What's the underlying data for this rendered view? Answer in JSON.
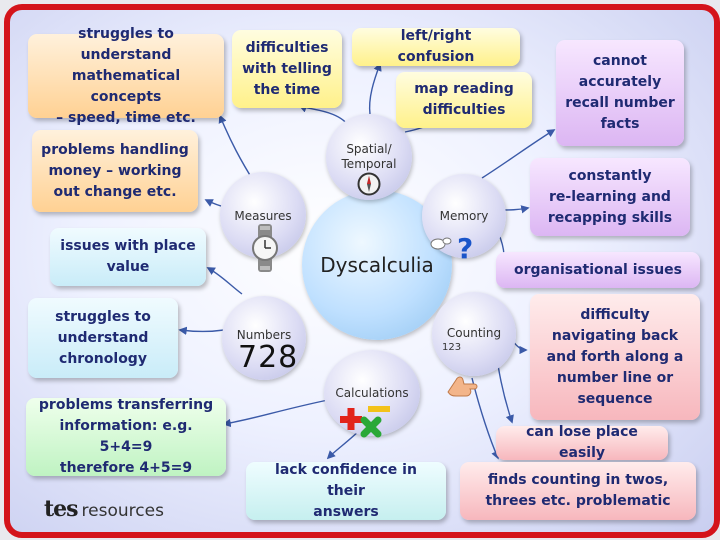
{
  "central": {
    "title": "Dyscalculia"
  },
  "nodes": {
    "spatial": "Spatial/\nTemporal",
    "measures": "Measures",
    "memory": "Memory",
    "numbers": "Numbers",
    "numbers_glyph": "728",
    "counting": "Counting",
    "counting_small": "123",
    "calculations": "Calculations"
  },
  "boxes": {
    "struggles_concepts": "struggles to understand\nmathematical concepts\n– speed, time etc.",
    "telling_time": "difficulties\nwith telling\nthe time",
    "left_right": "left/right confusion",
    "map_reading": "map reading\ndifficulties",
    "recall_facts": "cannot\naccurately\nrecall number\nfacts",
    "money": "problems handling\nmoney – working\nout change etc.",
    "relearning": "constantly\nre-learning and\nrecapping skills",
    "place_value": "issues with place\nvalue",
    "organisational": "organisational issues",
    "chronology": "struggles to\nunderstand\nchronology",
    "number_line": "difficulty\nnavigating back\nand forth along a\nnumber line or\nsequence",
    "transferring": "problems transferring\ninformation: e.g. 5+4=9\ntherefore 4+5=9",
    "lose_place": "can lose place easily",
    "confidence": "lack confidence in their\nanswers",
    "counting_twos": "finds counting in twos,\nthrees etc. problematic"
  },
  "logo": {
    "tes": "tes",
    "resources": "resources"
  },
  "colors": {
    "frame": "#d4141b",
    "text": "#1f2a72",
    "connector": "#3b5aa8"
  },
  "icons": [
    "watch-icon",
    "compass-icon",
    "question-mark-icon",
    "pointing-hand-icon",
    "plus-minus-icon"
  ]
}
